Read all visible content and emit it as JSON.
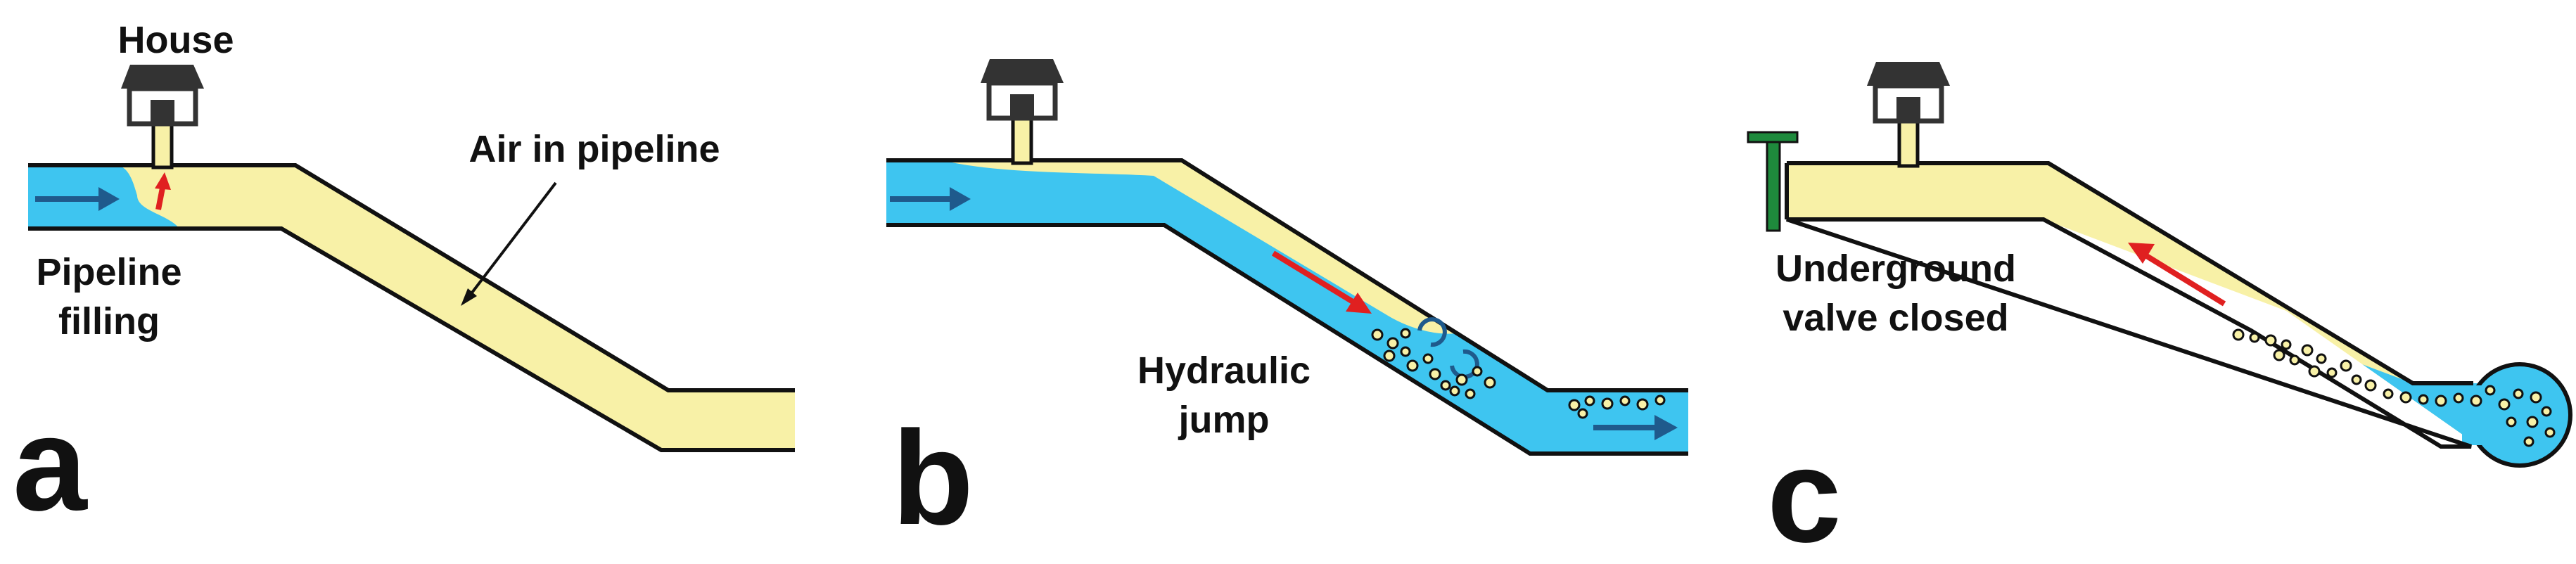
{
  "colors": {
    "water": "#3ec5f0",
    "air": "#f8f1a7",
    "outline": "#111111",
    "arrow_red": "#e02020",
    "arrow_blue": "#1f5a8c",
    "valve": "#1e8a3c",
    "house": "#333333"
  },
  "panels": [
    {
      "letter": "a",
      "labels": [
        "House",
        "Air in pipeline",
        "Pipeline",
        "filling"
      ]
    },
    {
      "letter": "b",
      "labels": [
        "Hydraulic",
        "jump"
      ]
    },
    {
      "letter": "c",
      "labels": [
        "Underground",
        "valve closed"
      ]
    }
  ],
  "icons": [
    "house-icon",
    "flow-arrow",
    "air-bubbles",
    "valve-icon",
    "swirl-icon"
  ]
}
